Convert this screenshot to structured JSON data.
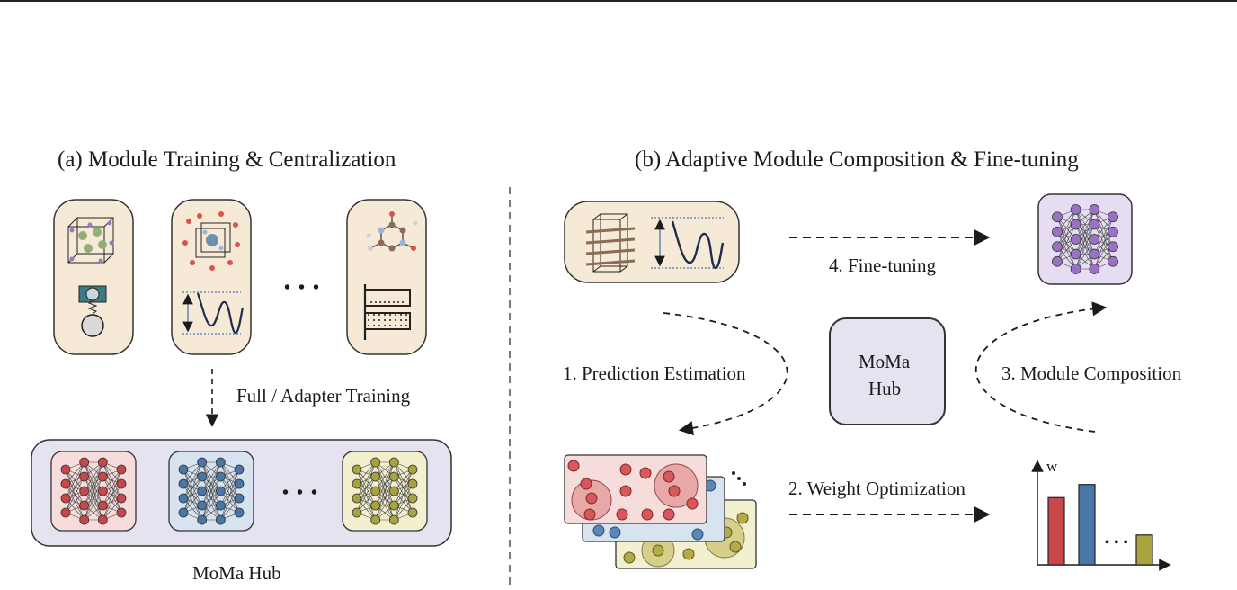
{
  "panel_a": {
    "title": "(a) Module Training & Centralization",
    "training_label": "Full / Adapter Training",
    "ellipsis": "• • •",
    "hub_caption": "MoMa Hub",
    "module_colors": [
      "#c8474b",
      "#4a76a8",
      "#a9a33f"
    ],
    "module_bg_colors": [
      "#f7dcdc",
      "#d7e3ef",
      "#f2f0cf"
    ]
  },
  "panel_b": {
    "title": "(b) Adaptive Module Composition & Fine-tuning",
    "hub_label_line1": "MoMa",
    "hub_label_line2": "Hub",
    "step1": "1. Prediction Estimation",
    "step2": "2. Weight Optimization",
    "step3": "3. Module Composition",
    "step4": "4. Fine-tuning",
    "bar_axis_label": "w",
    "bar_ellipsis": "• • •",
    "composed_module_color": "#9a72c4"
  },
  "chart_data": {
    "type": "bar",
    "categories": [
      "",
      "",
      ""
    ],
    "values": [
      0.72,
      0.86,
      0.32
    ],
    "ylabel": "w",
    "colors": [
      "#c8474b",
      "#4a76a8",
      "#a9a33f"
    ]
  }
}
